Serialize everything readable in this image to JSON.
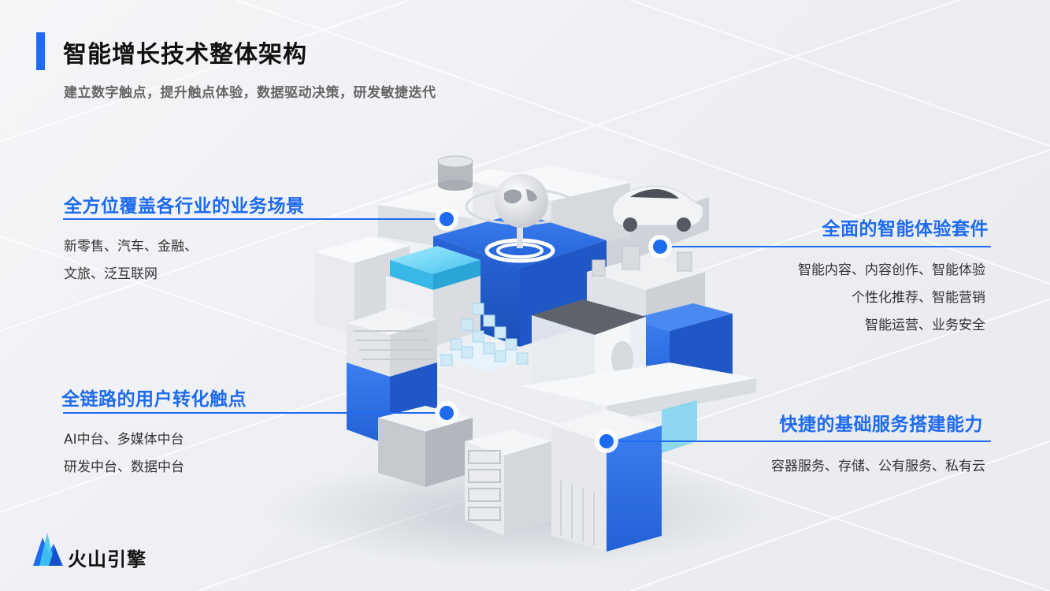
{
  "header": {
    "title": "智能增长技术整体架构",
    "subtitle": "建立数字触点，提升触点体验，数据驱动决策，研发敏捷迭代"
  },
  "sections": {
    "top_left": {
      "title": "全方位覆盖各行业的业务场景",
      "lines": [
        "新零售、汽车、金融、",
        "文旅、泛互联网"
      ]
    },
    "bottom_left": {
      "title": "全链路的用户转化触点",
      "lines": [
        "AI中台、多媒体中台",
        "研发中台、数据中台"
      ]
    },
    "top_right": {
      "title": "全面的智能体验套件",
      "lines": [
        "智能内容、内容创作、智能体验",
        "个性化推荐、智能营销",
        "智能运营、业务安全"
      ]
    },
    "bottom_right": {
      "title": "快捷的基础服务搭建能力",
      "lines": [
        "容器服务、存储、公有服务、私有云"
      ]
    }
  },
  "footer": {
    "brand": "火山引擎"
  },
  "colors": {
    "accent": "#1e6bf0",
    "block_blue": "#2f72e6",
    "block_white": "#f4f5f7",
    "glass_cyan": "#6fd6f5"
  }
}
